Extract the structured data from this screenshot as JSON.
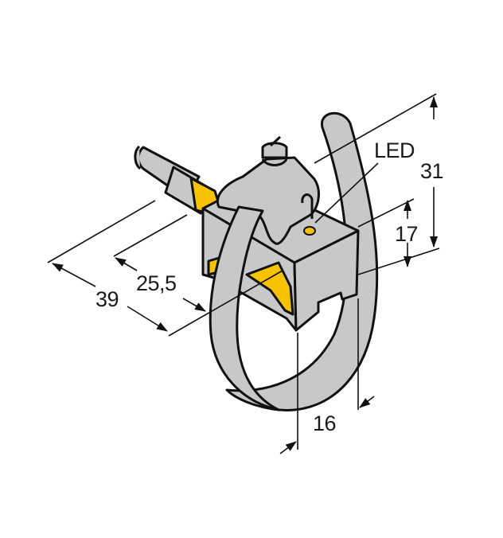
{
  "diagram": {
    "subject": "Inductive sensor with pipe-clamp strap and cable connector",
    "colors": {
      "body": "#c8c8c8",
      "accent": "#f7c300",
      "line": "#111111",
      "background": "#ffffff"
    },
    "labels": {
      "led": "LED",
      "dim_height_total": "31",
      "dim_height_body": "17",
      "dim_length_total": "39",
      "dim_length_body": "25,5",
      "dim_width": "16"
    }
  }
}
